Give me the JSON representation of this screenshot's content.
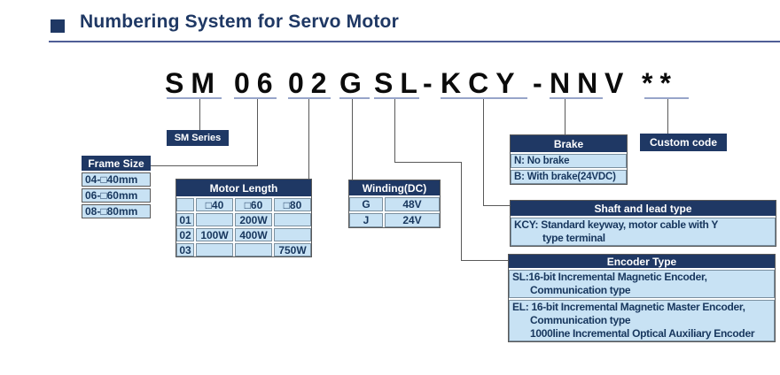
{
  "title": {
    "text": "Numbering System for Servo Motor"
  },
  "model_code": {
    "full": "SM0602GSL-KCY-NNV**",
    "segments": [
      "SM",
      "06",
      "02",
      "G",
      "SL",
      "-",
      "KCY",
      "-",
      "NN",
      "V",
      "**"
    ]
  },
  "labels": {
    "sm_series": "SM Series",
    "custom_code": "Custom code"
  },
  "frame_size": {
    "header": "Frame Size",
    "rows": [
      "04-□40mm",
      "06-□60mm",
      "08-□80mm"
    ]
  },
  "motor_length": {
    "header": "Motor Length",
    "col_headers": [
      "",
      "□40",
      "□60",
      "□80"
    ],
    "rows": [
      [
        "01",
        "",
        "200W",
        ""
      ],
      [
        "02",
        "100W",
        "400W",
        ""
      ],
      [
        "03",
        "",
        "",
        "750W"
      ]
    ]
  },
  "winding": {
    "header": "Winding(DC)",
    "rows": [
      [
        "G",
        "48V"
      ],
      [
        "J",
        "24V"
      ]
    ]
  },
  "brake": {
    "header": "Brake",
    "rows": [
      "N: No brake",
      "B: With brake(24VDC)"
    ]
  },
  "shaft": {
    "header": "Shaft and lead type",
    "line1": "KCY: Standard keyway, motor cable with Y",
    "line2": "type terminal"
  },
  "encoder": {
    "header": "Encoder Type",
    "sl_line1": "SL:16-bit Incremental Magnetic Encoder,",
    "sl_line2": "Communication type",
    "el_line1": "EL: 16-bit Incremental Magnetic Master Encoder,",
    "el_line2": "Communication type",
    "el_line3": "1000line Incremental Optical Auxiliary Encoder"
  },
  "colors": {
    "navy_header": "#1f3864",
    "light_blue_cell": "#c8e2f4",
    "text_navy": "#17365d",
    "rule_blue": "#4f5e96",
    "connector_gray": "#595959",
    "code_underline": "#97a5c9"
  }
}
